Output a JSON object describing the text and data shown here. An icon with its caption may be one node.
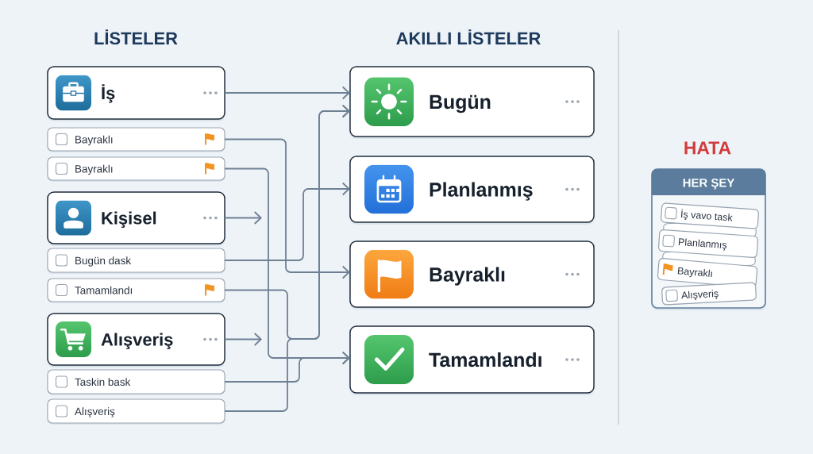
{
  "diagram": {
    "nodes": [
      {
        "text": [
          "İş"
        ]
      },
      {
        "text": [
          "Bayraklı"
        ]
      },
      {
        "text": [
          "Bayraklı"
        ]
      },
      {
        "text": [
          "Kişisel"
        ]
      },
      {
        "text": [
          "Bugün dask"
        ]
      },
      {
        "text": [
          "Tamamlandı"
        ]
      },
      {
        "text": [
          "Alışveriş"
        ]
      },
      {
        "text": [
          "Taskin bask"
        ]
      },
      {
        "text": [
          "Alışveriş"
        ]
      },
      {
        "text": [
          "Bugün"
        ]
      },
      {
        "text": [
          "Planlanmış"
        ]
      },
      {
        "text": [
          "Bayraklı"
        ]
      },
      {
        "text": [
          "Tamamlandı"
        ]
      },
      {
        "text": [
          "HER ŞEY"
        ]
      },
      {
        "text": [
          "İş vavo task"
        ],
        "in": 13
      },
      {
        "text": [
          "Planlanmış"
        ],
        "in": 13
      },
      {
        "text": [
          "Bayraklı"
        ],
        "in": 13
      },
      {
        "text": [
          "Alışveriş"
        ],
        "in": 13
      }
    ],
    "edges": [
      {
        "from": 0,
        "to": 9,
        "arrow": "to"
      },
      {
        "from": 1,
        "to": 11,
        "arrow": "to"
      },
      {
        "from": 2,
        "to": 12,
        "arrow": "to"
      },
      {
        "from": 3,
        "to": null,
        "arrow": "to"
      },
      {
        "from": 4,
        "to": 10,
        "arrow": "to"
      },
      {
        "from": 5,
        "to": 9,
        "arrow": "to"
      },
      {
        "from": 6,
        "to": null,
        "arrow": "to"
      },
      {
        "from": 7,
        "to": 12,
        "arrow": "to"
      },
      {
        "from": 8,
        "to": 9,
        "arrow": "to"
      }
    ],
    "labels": [
      "LİSTELER",
      "AKILLI LİSTELER",
      "HATA"
    ]
  }
}
